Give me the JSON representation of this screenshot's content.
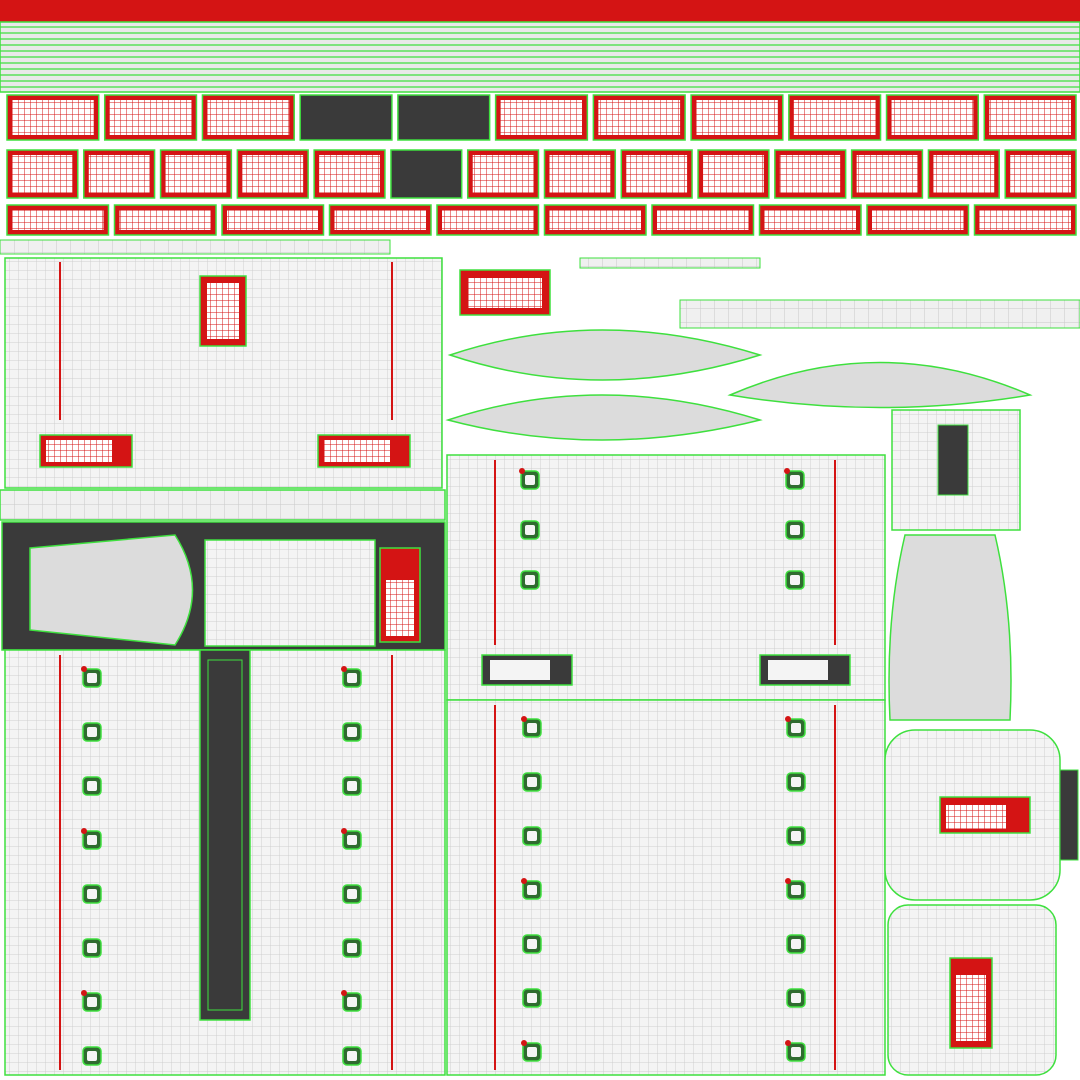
{
  "texture": {
    "kind": "uv-layout",
    "colors": {
      "background": "#ffffff",
      "panel_fill": "#f2f2f2",
      "grid_line": "#d2d2d2",
      "island_outline": "#3ee03e",
      "seam_red": "#d41414",
      "dark_part": "#3a3a3a",
      "shell_fill": "#dcdcdc"
    },
    "detail_islands": {
      "rows": [
        {
          "count": 11
        },
        {
          "count": 14
        },
        {
          "count": 10
        }
      ]
    },
    "seat_strips": {
      "columns": 6,
      "items_per_column": 8
    }
  }
}
